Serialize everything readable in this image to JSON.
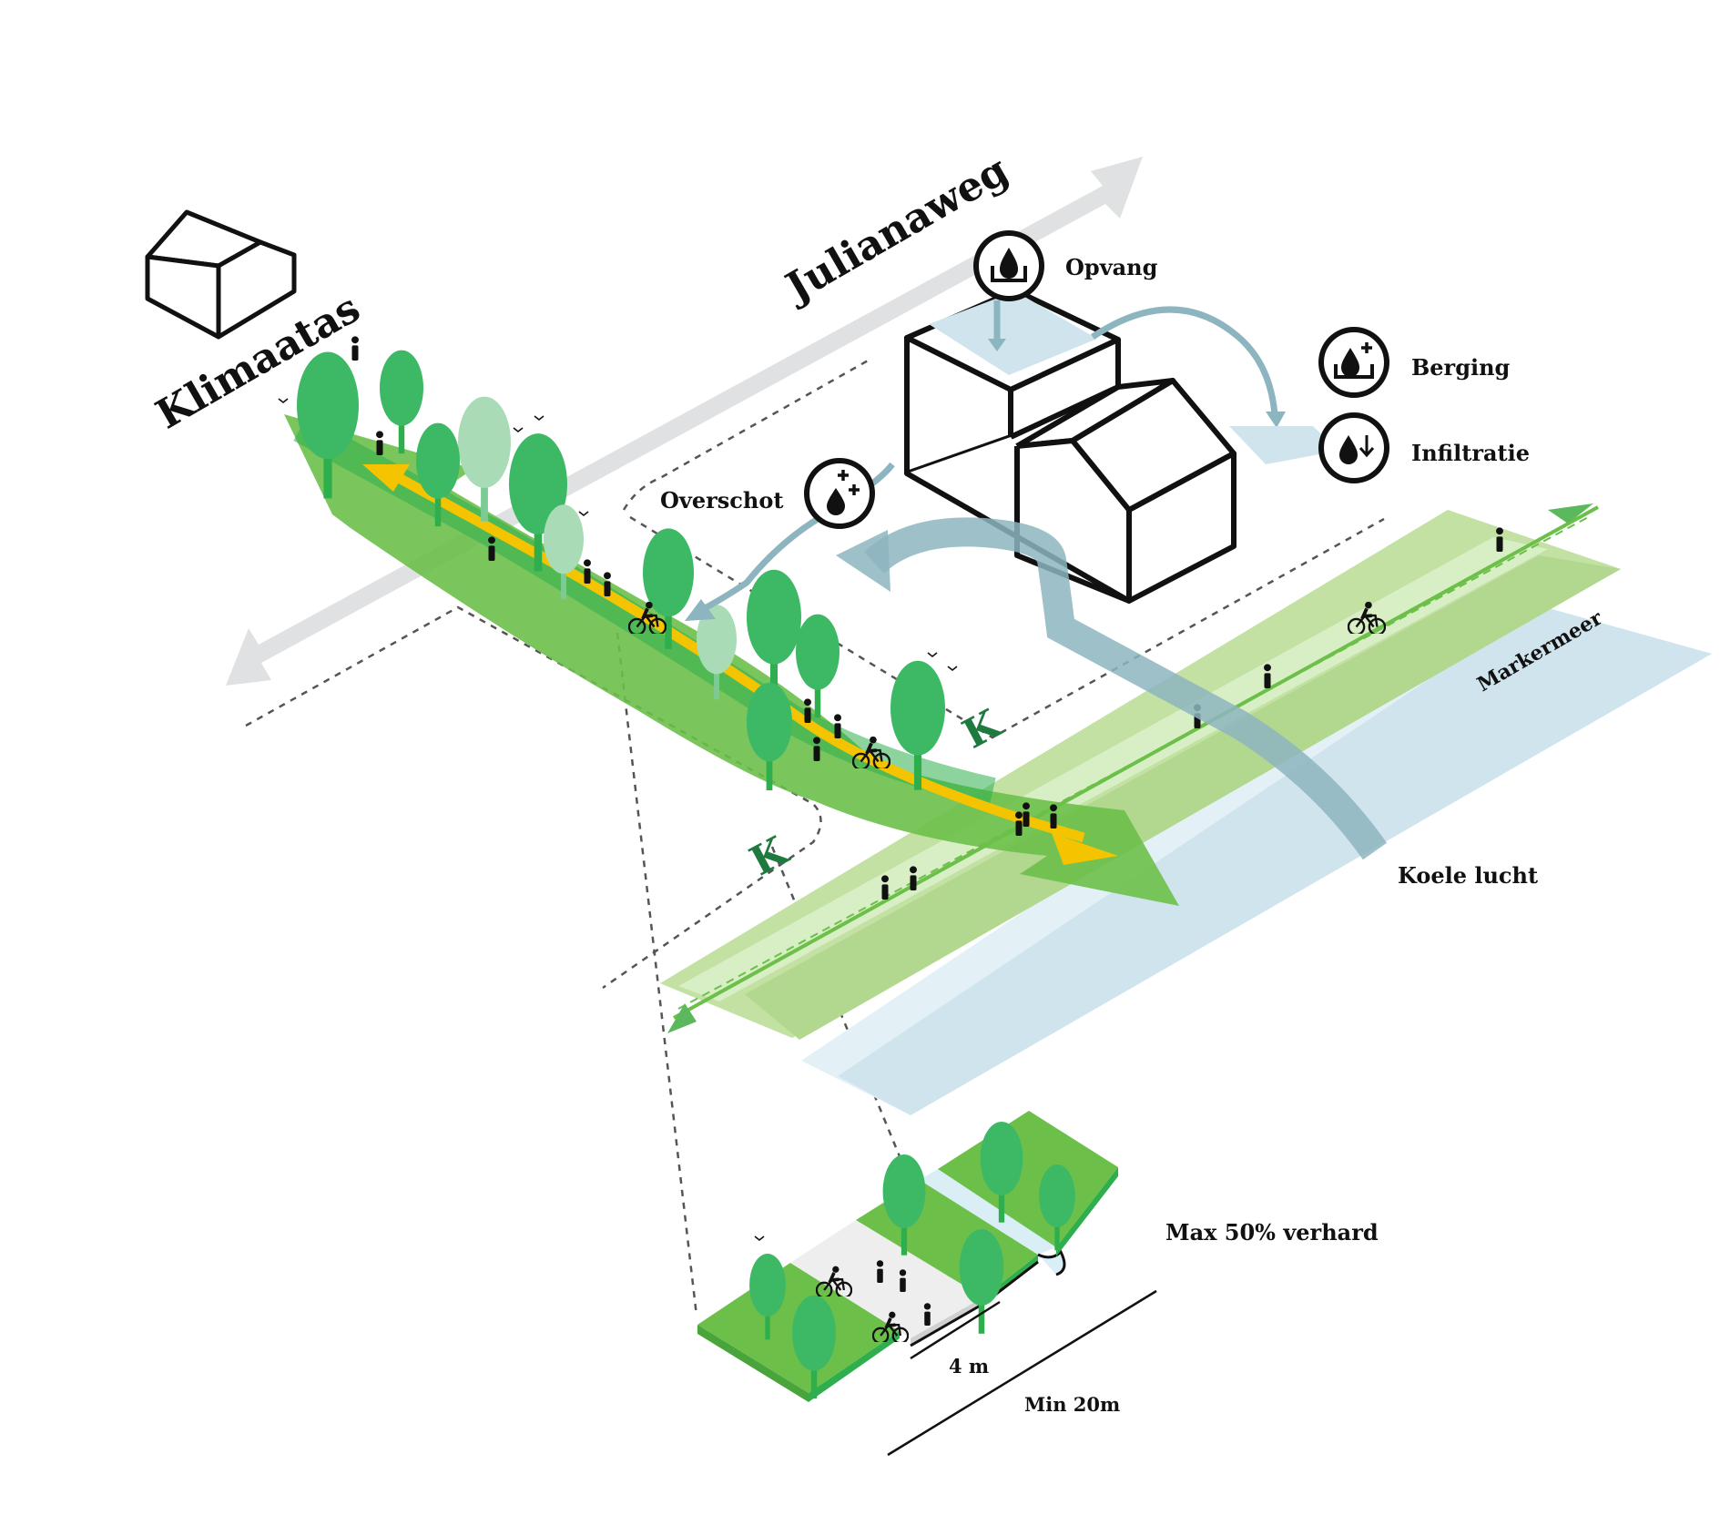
{
  "labels": {
    "klimaatas": "Klimaatas",
    "julianaweg": "Julianaweg",
    "opvang": "Opvang",
    "berging": "Berging",
    "infiltratie": "Infiltratie",
    "overschot": "Overschot",
    "markermeer": "Markermeer",
    "koele_lucht": "Koele lucht",
    "max_verhard": "Max 50% verhard",
    "width_path": "4 m",
    "width_total": "Min 20m",
    "k_marker": "K"
  },
  "icons": {
    "opvang": "water-catch-icon",
    "berging": "water-storage-icon",
    "infiltratie": "water-infiltration-icon",
    "overschot": "water-surplus-icon"
  },
  "colors": {
    "green_dark": "#2fae4e",
    "green_light": "#6cc04a",
    "green_pale": "#c2e1a2",
    "yellow": "#f5c400",
    "water_blue": "#cfe4ec",
    "air_blue": "#8db5c0",
    "road_gray": "#e0e1e2"
  }
}
